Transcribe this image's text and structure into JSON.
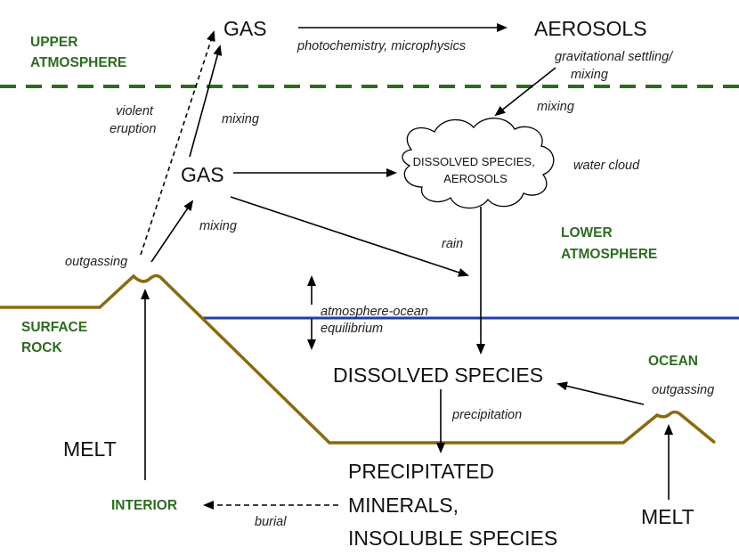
{
  "colors": {
    "region_label": "#2e6b21",
    "dashed_boundary": "#2e6b21",
    "rock": "#8a6a10",
    "ocean": "#1f3ea8",
    "arrow": "#000000"
  },
  "regions": {
    "upper_atmosphere": [
      "UPPER",
      "ATMOSPHERE"
    ],
    "lower_atmosphere": [
      "LOWER",
      "ATMOSPHERE"
    ],
    "surface_rock": [
      "SURFACE",
      "ROCK"
    ],
    "ocean": "OCEAN",
    "interior": "INTERIOR"
  },
  "nodes": {
    "gas_upper": "GAS",
    "aerosols_upper": "AEROSOLS",
    "gas_lower": "GAS",
    "cloud": [
      "DISSOLVED SPECIES,",
      "AEROSOLS"
    ],
    "dissolved_species": "DISSOLVED SPECIES",
    "precipitated": [
      "PRECIPITATED",
      "MINERALS,",
      "INSOLUBLE SPECIES"
    ],
    "melt_left": "MELT",
    "melt_right": "MELT"
  },
  "processes": {
    "photochemistry": "photochemistry, microphysics",
    "gravitational": [
      "gravitational settling/",
      "mixing"
    ],
    "mixing_cloud": "mixing",
    "violent_eruption": [
      "violent",
      "eruption"
    ],
    "mixing_upper": "mixing",
    "water_cloud": "water cloud",
    "mixing_lower": "mixing",
    "rain": "rain",
    "outgassing_left": "outgassing",
    "atm_ocean": [
      "atmosphere-ocean",
      "equilibrium"
    ],
    "outgassing_right": "outgassing",
    "precipitation": "precipitation",
    "burial": "burial"
  }
}
